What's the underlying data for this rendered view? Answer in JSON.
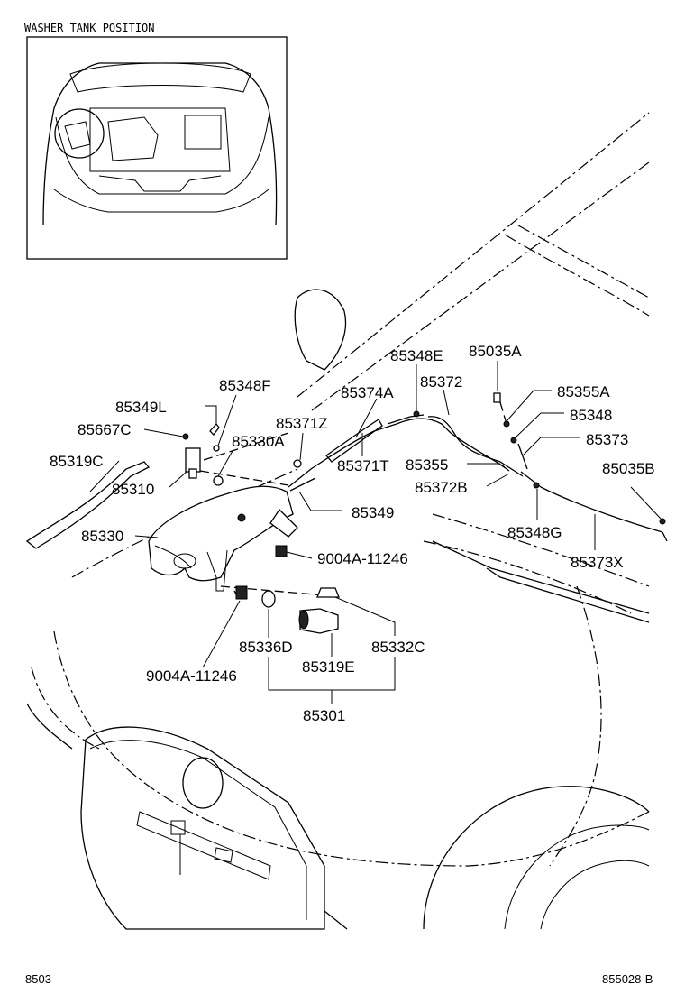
{
  "inset": {
    "title": "WASHER TANK POSITION"
  },
  "labels": {
    "p85349L": "85349L",
    "p85348F": "85348F",
    "p85667C": "85667C",
    "p85330A": "85330A",
    "p85319C": "85319C",
    "p85310": "85310",
    "p85330": "85330",
    "p85374A": "85374A",
    "p85371Z": "85371Z",
    "p85371T": "85371T",
    "p85349": "85349",
    "p85348E": "85348E",
    "p85372": "85372",
    "p85035A": "85035A",
    "p85355A": "85355A",
    "p85348": "85348",
    "p85373": "85373",
    "p85355": "85355",
    "p85372B": "85372B",
    "p85035B": "85035B",
    "p85348G": "85348G",
    "p85373X": "85373X",
    "p9004A_1": "9004A-11246",
    "p9004A_2": "9004A-11246",
    "p85336D": "85336D",
    "p85332C": "85332C",
    "p85319E": "85319E",
    "p85301": "85301"
  },
  "footer": {
    "left": "8503",
    "right": "855028-B"
  }
}
